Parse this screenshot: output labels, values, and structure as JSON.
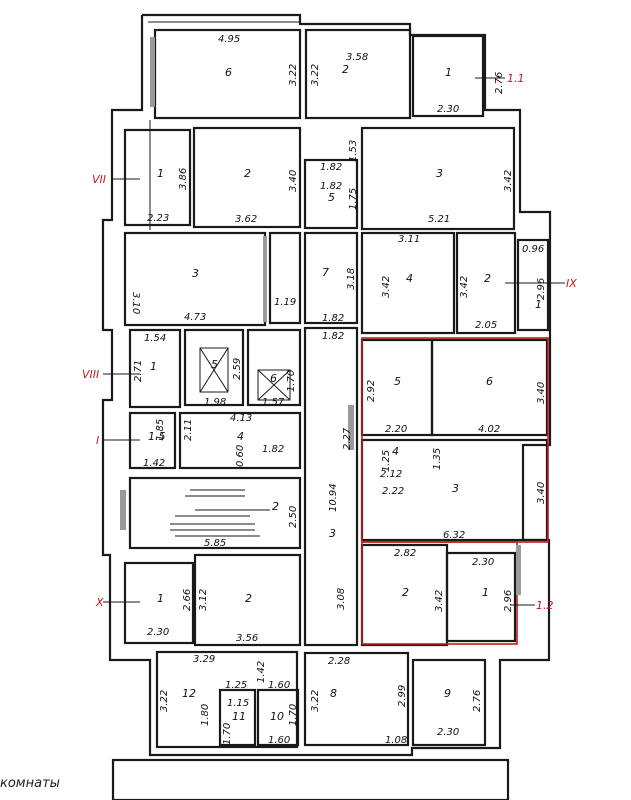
{
  "rooms": [
    {
      "id": "r6a",
      "label": "6",
      "dims": [
        "4.95",
        "3.22"
      ]
    },
    {
      "id": "r2a",
      "label": "2",
      "dims": [
        "3.58",
        "3.22"
      ]
    },
    {
      "id": "r1a",
      "label": "1",
      "dims": [
        "2.76",
        "2.30"
      ]
    },
    {
      "id": "r1b",
      "label": "1",
      "dims": [
        "3.86",
        "2.23"
      ]
    },
    {
      "id": "r2b",
      "label": "2",
      "dims": [
        "3.40",
        "3.62"
      ]
    },
    {
      "id": "r5a",
      "label": "5",
      "dims": [
        "1.82",
        "1.53",
        "1.82",
        "1.75"
      ]
    },
    {
      "id": "r3a",
      "label": "3",
      "dims": [
        "3.42",
        "5.21"
      ]
    },
    {
      "id": "r3b",
      "label": "3",
      "dims": [
        "3.10",
        "4.73"
      ]
    },
    {
      "id": "r7",
      "label": "7",
      "dims": [
        "3.18",
        "1.19",
        "1.82",
        "1.82"
      ]
    },
    {
      "id": "r4a",
      "label": "4",
      "dims": [
        "3.11",
        "3.42"
      ]
    },
    {
      "id": "r2c",
      "label": "2",
      "dims": [
        "3.42",
        "2.05"
      ]
    },
    {
      "id": "r1c",
      "label": "1",
      "dims": [
        "0.96",
        "2.96"
      ]
    },
    {
      "id": "r1d",
      "label": "1",
      "dims": [
        "1.54",
        "2.71"
      ]
    },
    {
      "id": "r5b",
      "label": "5",
      "dims": [
        "2.59",
        "1.98"
      ]
    },
    {
      "id": "r6b",
      "label": "6",
      "dims": [
        "1.70",
        "1.57"
      ]
    },
    {
      "id": "r5c",
      "label": "5",
      "dims": [
        "2.92",
        "2.20"
      ]
    },
    {
      "id": "r6c",
      "label": "6",
      "dims": [
        "3.40",
        "4.02"
      ]
    },
    {
      "id": "r15",
      "label": "1.5",
      "dims": [
        "1.85",
        "1.42"
      ]
    },
    {
      "id": "r4b",
      "label": "4",
      "dims": [
        "4.13",
        "2.11",
        "1.82",
        "0.60"
      ]
    },
    {
      "id": "r4c",
      "label": "4",
      "dims": [
        "1.25",
        "2.12",
        "2.22",
        "1.35"
      ]
    },
    {
      "id": "r3c",
      "label": "3",
      "dims": [
        "3.40",
        "6.32"
      ]
    },
    {
      "id": "r2d",
      "label": "2",
      "dims": [
        "2.50",
        "5.85"
      ]
    },
    {
      "id": "r3d",
      "label": "3",
      "dims": [
        "2.27",
        "10.94",
        "3.08",
        "2.28"
      ]
    },
    {
      "id": "r1e",
      "label": "1",
      "dims": [
        "2.66",
        "2.30"
      ]
    },
    {
      "id": "r2e",
      "label": "2",
      "dims": [
        "3.12",
        "3.56"
      ]
    },
    {
      "id": "r2f",
      "label": "2",
      "dims": [
        "2.82",
        "3.42"
      ]
    },
    {
      "id": "r1f",
      "label": "1",
      "dims": [
        "2.30",
        "2.96"
      ]
    },
    {
      "id": "r12",
      "label": "12",
      "dims": [
        "3.29",
        "3.22"
      ]
    },
    {
      "id": "r11",
      "label": "11",
      "dims": [
        "1.25",
        "1.15",
        "1.80",
        "1.70"
      ]
    },
    {
      "id": "r10",
      "label": "10",
      "dims": [
        "1.42",
        "1.60",
        "1.70",
        "1.60"
      ]
    },
    {
      "id": "r8",
      "label": "8",
      "dims": [
        "3.22",
        "2.99",
        "1.08"
      ]
    },
    {
      "id": "r9",
      "label": "9",
      "dims": [
        "2.76",
        "2.30"
      ]
    }
  ],
  "axis_marks": [
    "1.1",
    "VII",
    "IX",
    "VIII",
    "I",
    "X",
    "1.2"
  ],
  "caption": "комнаты"
}
